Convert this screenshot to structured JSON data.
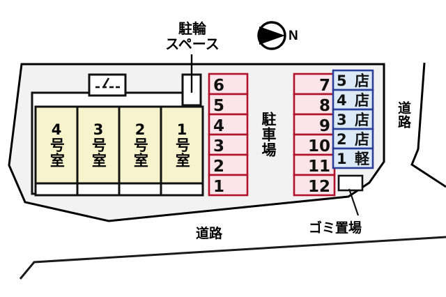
{
  "plan": {
    "title_note": "apartment-site-plan",
    "colors": {
      "site_fill": "#f2f2f2",
      "site_stroke": "#000000",
      "room_fill": "#f7f3cd",
      "room_stroke": "#111111",
      "parking_fill": "#fbe4ea",
      "parking_stroke": "#b01229",
      "shop_fill": "#dceaf7",
      "shop_stroke": "#2a3f99",
      "text": "#000000",
      "background": "#ffffff"
    },
    "annotations": {
      "bike_space": "駐輪\nスペース",
      "parking_lot": "駐車場",
      "garbage": "ゴミ置場",
      "road_bottom": "道路",
      "road_right": "道路",
      "north_letter": "N"
    },
    "rooms": [
      {
        "number": "4",
        "suffix": "号室"
      },
      {
        "number": "3",
        "suffix": "号室"
      },
      {
        "number": "2",
        "suffix": "号室"
      },
      {
        "number": "1",
        "suffix": "号室"
      }
    ],
    "parking_left": [
      "6",
      "5",
      "4",
      "3",
      "2",
      "1"
    ],
    "parking_right": [
      "7",
      "8",
      "9",
      "10",
      "11",
      "12"
    ],
    "shop_stalls": [
      {
        "number": "5",
        "kind": "店"
      },
      {
        "number": "4",
        "kind": "店"
      },
      {
        "number": "3",
        "kind": "店"
      },
      {
        "number": "2",
        "kind": "店"
      },
      {
        "number": "1",
        "kind": "軽"
      }
    ]
  }
}
